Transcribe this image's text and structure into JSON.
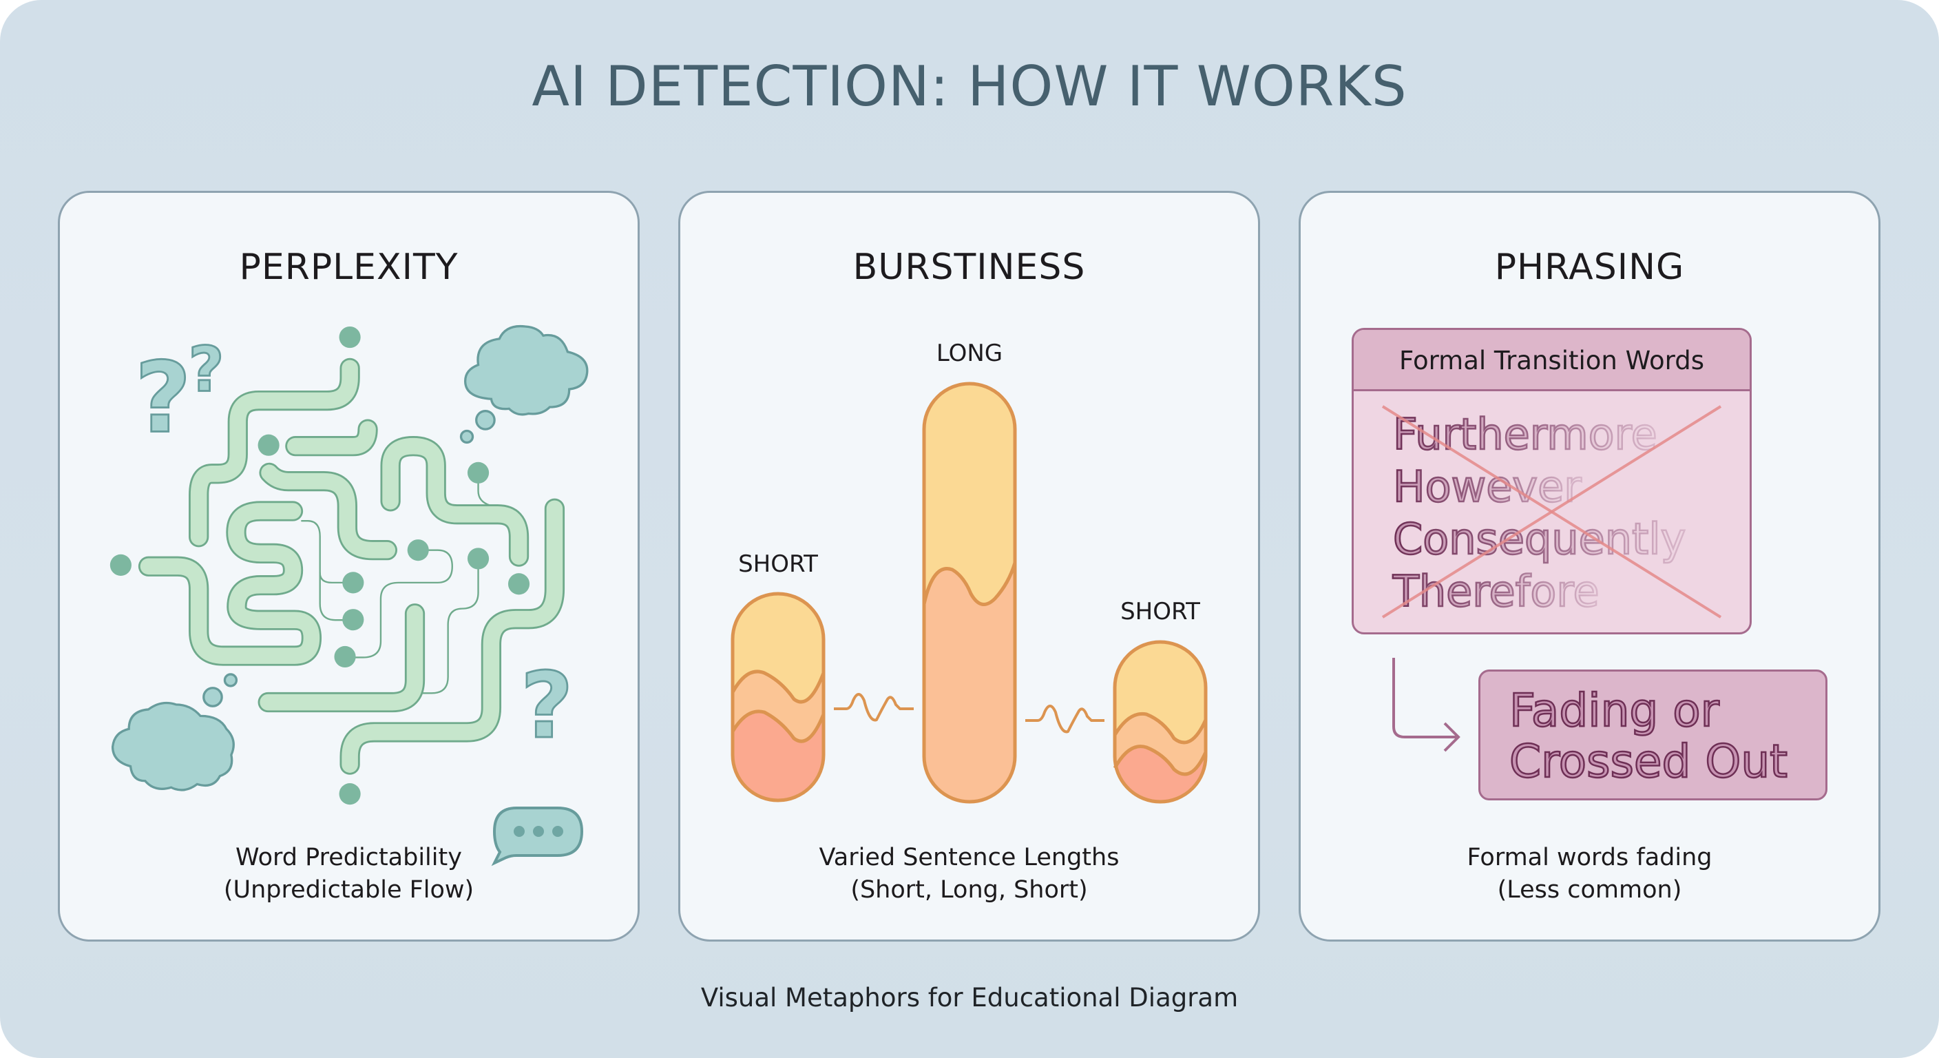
{
  "title": "AI DETECTION: HOW IT WORKS",
  "footer": "Visual Metaphors for Educational Diagram",
  "colors": {
    "background": "#d3e0ea",
    "panel": "#f3f7fa",
    "panel_border": "#8ea3b0",
    "title": "#46606e",
    "maze_fill": "#c6e6cc",
    "maze_stroke": "#6faa8c",
    "maze_dot": "#7db7a0",
    "cloud_fill": "#a8d3d1",
    "cloud_stroke": "#679c9c",
    "pill_yellow": "#fbd994",
    "pill_orange": "#fbbf96",
    "pill_coral": "#fba98f",
    "pill_stroke": "#dc9450",
    "phrasing_box": "#efd6e3",
    "phrasing_header": "#ddb6ca",
    "phrasing_border": "#a56b8d",
    "word_stroke": "#6e2f55",
    "cross": "#e48a8a"
  },
  "panels": [
    {
      "id": "perplexity",
      "title": "PERPLEXITY",
      "caption_line1": "Word Predictability",
      "caption_line2": "(Unpredictable Flow)",
      "icons": [
        "question-mark",
        "question-mark",
        "question-mark",
        "thought-cloud",
        "thought-cloud",
        "speech-bubble-ellipsis"
      ]
    },
    {
      "id": "burstiness",
      "title": "BURSTINESS",
      "caption_line1": "Varied Sentence Lengths",
      "caption_line2": "(Short, Long, Short)",
      "bars": [
        {
          "label": "SHORT",
          "relative_length": 0.5
        },
        {
          "label": "LONG",
          "relative_length": 1.0
        },
        {
          "label": "SHORT",
          "relative_length": 0.38
        }
      ]
    },
    {
      "id": "phrasing",
      "title": "PHRASING",
      "caption_line1": "Formal words fading",
      "caption_line2": "(Less common)",
      "box_header": "Formal Transition Words",
      "words": [
        "Furthermore",
        "However",
        "Consequently",
        "Therefore"
      ],
      "result_line1": "Fading or",
      "result_line2": "Crossed Out"
    }
  ]
}
